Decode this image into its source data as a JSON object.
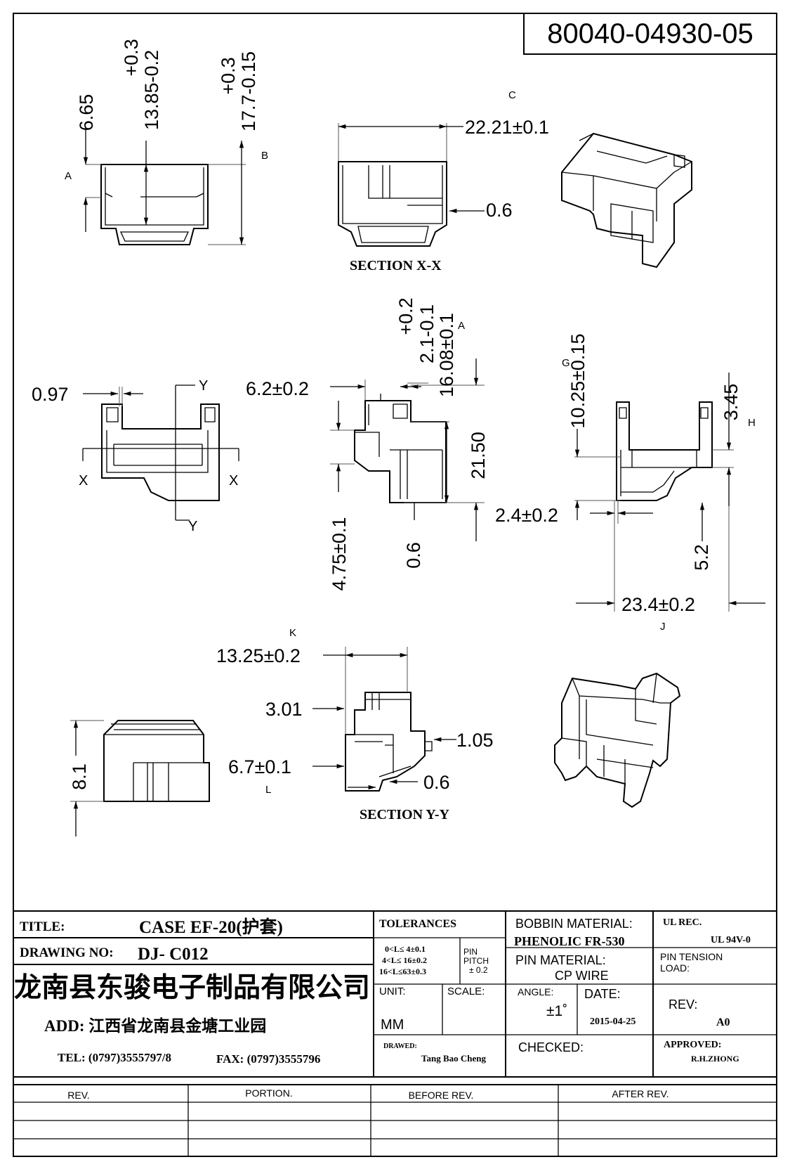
{
  "part_number": "80040-04930-05",
  "views": {
    "top_left": {
      "dim_a": "6.65",
      "tol_plus": "+0.3",
      "dim_main": "13.85-0.2",
      "tol_plus2": "+0.3",
      "dim_b": "17.7-0.15",
      "label_a": "A",
      "label_b": "B"
    },
    "section_xx": {
      "label_c": "C",
      "width": "22.21±0.1",
      "wall": "0.6",
      "caption": "SECTION  X-X"
    },
    "front_view": {
      "dim_097": "0.97",
      "y_top": "Y",
      "y_bottom": "Y",
      "x_left": "X",
      "x_right": "X"
    },
    "side_view": {
      "dim_62": "6.2±0.2",
      "tol_plus": "+0.2",
      "dim_21": "2.1-0.1",
      "dim_1608": "16.08±0.1",
      "label_a": "A",
      "dim_2150": "21.50",
      "dim_475": "4.75±0.1",
      "dim_06": "0.6"
    },
    "right_view": {
      "dim_1025": "10.25±0.15",
      "label_g": "G",
      "dim_345": "3.45",
      "label_h": "H",
      "dim_24": "2.4±0.2",
      "dim_52": "5.2",
      "dim_234": "23.4±0.2",
      "label_j": "J"
    },
    "bottom_left": {
      "dim_81": "8.1"
    },
    "section_yy": {
      "label_k": "K",
      "dim_1325": "13.25±0.2",
      "dim_301": "3.01",
      "dim_105": "1.05",
      "dim_67": "6.7±0.1",
      "label_l": "L",
      "dim_06": "0.6",
      "caption": "SECTION Y-Y"
    }
  },
  "title_block": {
    "title_label": "TITLE:",
    "title_value": "CASE  EF-20(护套)",
    "drawing_no_label": "DRAWING NO:",
    "drawing_no_value": "DJ-    C012",
    "company": "龙南县东骏电子制品有限公司",
    "address": "ADD: 江西省龙南县金塘工业园",
    "tel": "TEL: (0797)3555797/8",
    "fax": "FAX: (0797)3555796",
    "tolerances_label": "TOLERANCES",
    "tol_line1": "0<L≤ 4±0.1",
    "tol_line2": "4<L≤ 16±0.2",
    "tol_line3": "16<L≤63±0.3",
    "pin_pitch_label1": "PIN",
    "pin_pitch_label2": "PITCH",
    "pin_pitch_value": "± 0.2",
    "unit_label": "UNIT:",
    "unit_value": "MM",
    "scale_label": "SCALE:",
    "drawn_label": "DRAWED:",
    "drawn_value": "Tang Bao Cheng",
    "bobbin_material_label": "BOBBIN MATERIAL:",
    "bobbin_material_value": "PHENOLIC   FR-530",
    "pin_material_label": "PIN MATERIAL:",
    "pin_material_value": "CP WIRE",
    "angle_label": "ANGLE:",
    "angle_value": "±1˚",
    "date_label": "DATE:",
    "date_value": "2015-04-25",
    "checked_label": "CHECKED:",
    "ul_rec_label": "UL REC.",
    "ul_rec_value": "UL  94V-0",
    "pin_tension_label": "PIN TENSION",
    "pin_tension_label2": "LOAD:",
    "rev_label": "REV:",
    "rev_value": "A0",
    "approved_label": "APPROVED:",
    "approved_value": "R.H.ZHONG"
  },
  "revision_table": {
    "headers": [
      "REV.",
      "PORTION.",
      "BEFORE REV.",
      "AFTER REV."
    ]
  }
}
